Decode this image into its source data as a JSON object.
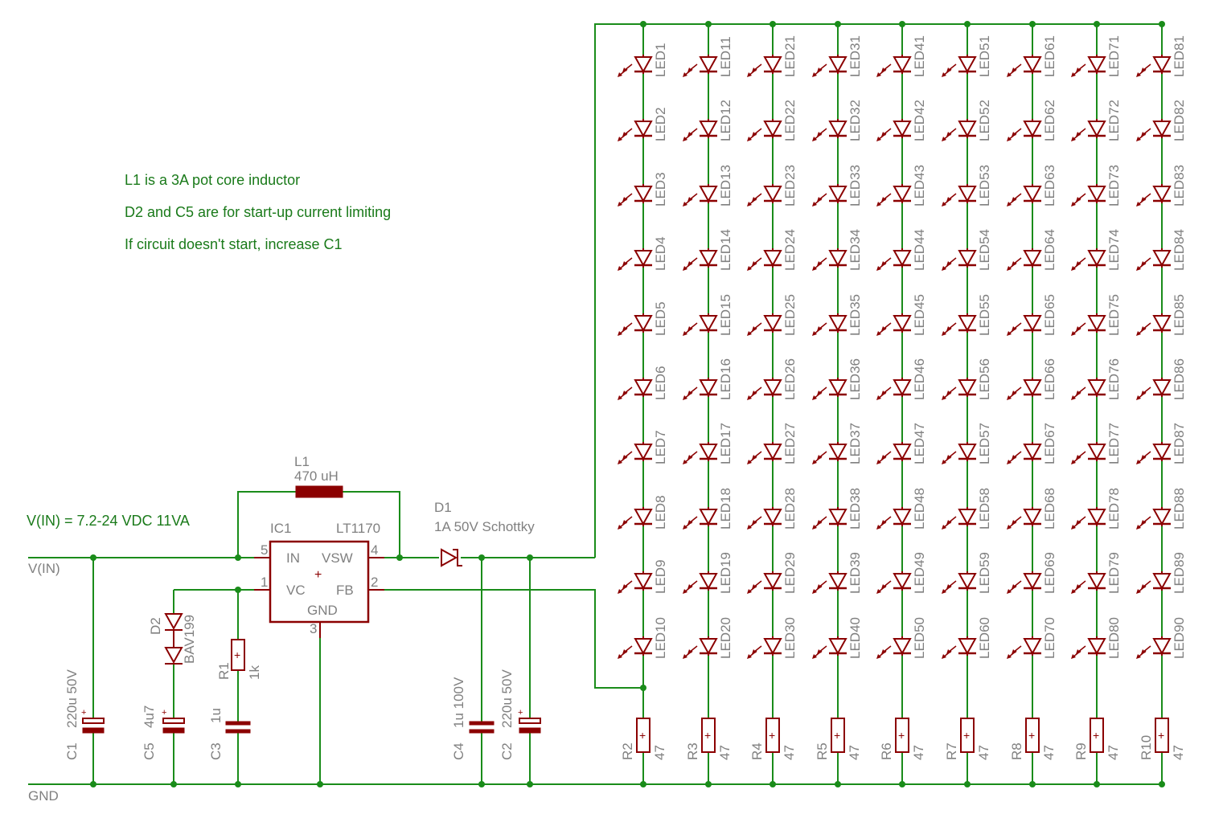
{
  "notes": [
    "L1 is a 3A pot core inductor",
    "D2 and C5 are for start-up current limiting",
    "If circuit doesn't start, increase C1"
  ],
  "vin_note": "V(IN) = 7.2-24 VDC 11VA",
  "nets": {
    "vin": "V(IN)",
    "gnd": "GND"
  },
  "ic": {
    "name": "IC1",
    "part": "LT1170",
    "pins": {
      "in": "IN",
      "vsw": "VSW",
      "vc": "VC",
      "fb": "FB",
      "gnd": "GND"
    },
    "pin_numbers": {
      "in": "5",
      "vsw": "4",
      "vc": "1",
      "fb": "2",
      "gnd": "3"
    }
  },
  "inductor": {
    "name": "L1",
    "value": "470 uH"
  },
  "diode_d1": {
    "name": "D1",
    "value": "1A 50V Schottky"
  },
  "diode_d2": {
    "name": "D2",
    "value": "BAV199"
  },
  "resistor_r1": {
    "name": "R1",
    "value": "1k"
  },
  "capacitors": {
    "c1": {
      "name": "C1",
      "value": "220u 50V"
    },
    "c5": {
      "name": "C5",
      "value": "4u7"
    },
    "c3": {
      "name": "C3",
      "value": "1u"
    },
    "c4": {
      "name": "C4",
      "value": "1u 100V"
    },
    "c2": {
      "name": "C2",
      "value": "220u 50V"
    }
  },
  "led_columns": [
    {
      "leds": [
        "LED1",
        "LED2",
        "LED3",
        "LED4",
        "LED5",
        "LED6",
        "LED7",
        "LED8",
        "LED9",
        "LED10"
      ],
      "resistor": "R2",
      "resistor_value": "47"
    },
    {
      "leds": [
        "LED11",
        "LED12",
        "LED13",
        "LED14",
        "LED15",
        "LED16",
        "LED17",
        "LED18",
        "LED19",
        "LED20"
      ],
      "resistor": "R3",
      "resistor_value": "47"
    },
    {
      "leds": [
        "LED21",
        "LED22",
        "LED23",
        "LED24",
        "LED25",
        "LED26",
        "LED27",
        "LED28",
        "LED29",
        "LED30"
      ],
      "resistor": "R4",
      "resistor_value": "47"
    },
    {
      "leds": [
        "LED31",
        "LED32",
        "LED33",
        "LED34",
        "LED35",
        "LED36",
        "LED37",
        "LED38",
        "LED39",
        "LED40"
      ],
      "resistor": "R5",
      "resistor_value": "47"
    },
    {
      "leds": [
        "LED41",
        "LED42",
        "LED43",
        "LED44",
        "LED45",
        "LED46",
        "LED47",
        "LED48",
        "LED49",
        "LED50"
      ],
      "resistor": "R6",
      "resistor_value": "47"
    },
    {
      "leds": [
        "LED51",
        "LED52",
        "LED53",
        "LED54",
        "LED55",
        "LED56",
        "LED57",
        "LED58",
        "LED59",
        "LED60"
      ],
      "resistor": "R7",
      "resistor_value": "47"
    },
    {
      "leds": [
        "LED61",
        "LED62",
        "LED63",
        "LED64",
        "LED65",
        "LED66",
        "LED67",
        "LED68",
        "LED69",
        "LED70"
      ],
      "resistor": "R8",
      "resistor_value": "47"
    },
    {
      "leds": [
        "LED71",
        "LED72",
        "LED73",
        "LED74",
        "LED75",
        "LED76",
        "LED77",
        "LED78",
        "LED79",
        "LED80"
      ],
      "resistor": "R9",
      "resistor_value": "47"
    },
    {
      "leds": [
        "LED81",
        "LED82",
        "LED83",
        "LED84",
        "LED85",
        "LED86",
        "LED87",
        "LED88",
        "LED89",
        "LED90"
      ],
      "resistor": "R10",
      "resistor_value": "47"
    }
  ],
  "colors": {
    "wire": "#1a8c1a",
    "symbol": "#8b0000",
    "label": "#808080",
    "note": "#1a7a1a"
  }
}
